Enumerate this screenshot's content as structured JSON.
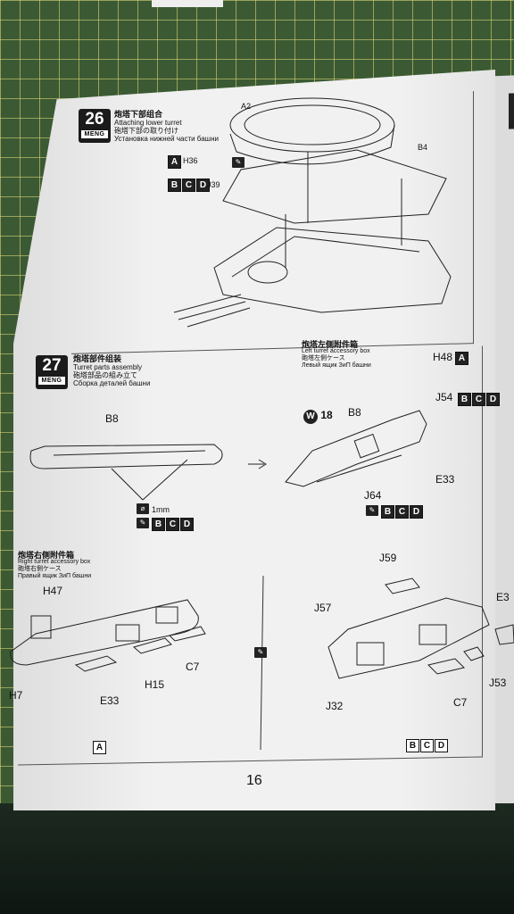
{
  "step26": {
    "number": "26",
    "brand": "MENG",
    "title_zh": "炮塔下部组合",
    "title_en": "Attaching lower turret",
    "title_ja": "砲塔下部の取り付け",
    "title_ru": "Установка нижней части башни",
    "labels": {
      "a2": "A2",
      "b4": "B4",
      "h36": "H36",
      "j39": "J39"
    },
    "box_a": "A",
    "boxes_bcd": [
      "B",
      "C",
      "D"
    ]
  },
  "step27": {
    "number": "27",
    "brand": "MENG",
    "title_zh": "炮塔部件组装",
    "title_en": "Turret parts assembly",
    "title_ja": "砲塔部品の組み立て",
    "title_ru": "Сборка деталей башни",
    "left_box": {
      "title_zh": "炮塔左侧附件箱",
      "title_en": "Left turret accessory box",
      "title_ja": "砲塔左側ケース",
      "title_ru": "Левый ящик ЗиП башни"
    },
    "right_box": {
      "title_zh": "炮塔右侧附件箱",
      "title_en": "Right turret accessory box",
      "title_ja": "砲塔右側ケース",
      "title_ru": "Правый ящик ЗиП башни"
    },
    "labels": {
      "b8_a": "B8",
      "b8_b": "B8",
      "drill": "1mm",
      "w18": "W",
      "w18_num": "18",
      "h48": "H48",
      "j54": "J54",
      "e33_a": "E33",
      "j64": "J64",
      "h47": "H47",
      "h7": "H7",
      "e33_b": "E33",
      "h15": "H15",
      "c7_a": "C7",
      "j59": "J59",
      "j57": "J57",
      "e3x": "E3",
      "j53": "J53",
      "j32": "J32",
      "c7_b": "C7"
    },
    "bottom_left_box": "A",
    "bcd": [
      "B",
      "C",
      "D"
    ]
  },
  "page_number": "16"
}
